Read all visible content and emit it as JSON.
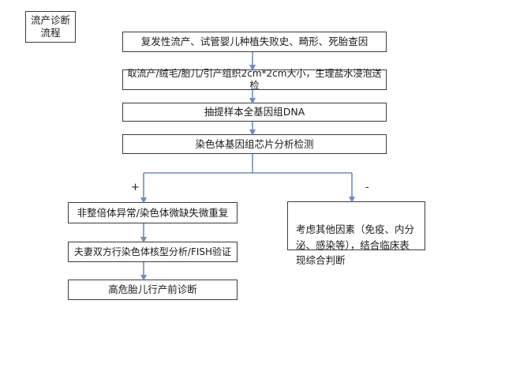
{
  "title": {
    "line1": "流产诊断",
    "line2": "流程"
  },
  "steps": {
    "step1": "复发性流产、试管婴儿种植失败史、畸形、死胎查因",
    "step2": "取流产/绒毛/胎儿/引产组织2cm*2cm大小，生理盐水浸泡送检",
    "step3": "抽提样本全基因组DNA",
    "step4": "染色体基因组芯片分析检测"
  },
  "branches": {
    "positive_sign": "+",
    "negative_sign": "-"
  },
  "positive_path": {
    "p1": "非整倍体异常/染色体微缺失微重复",
    "p2": "夫妻双方行染色体核型分析/FISH验证",
    "p3": "高危胎儿行产前诊断"
  },
  "negative_path": {
    "n1": "考虑其他因素（免疫、内分\n泌、感染等），结合临床表\n现综合判断"
  },
  "colors": {
    "arrow": "#6b8fbf",
    "border": "#3b3b3b"
  }
}
